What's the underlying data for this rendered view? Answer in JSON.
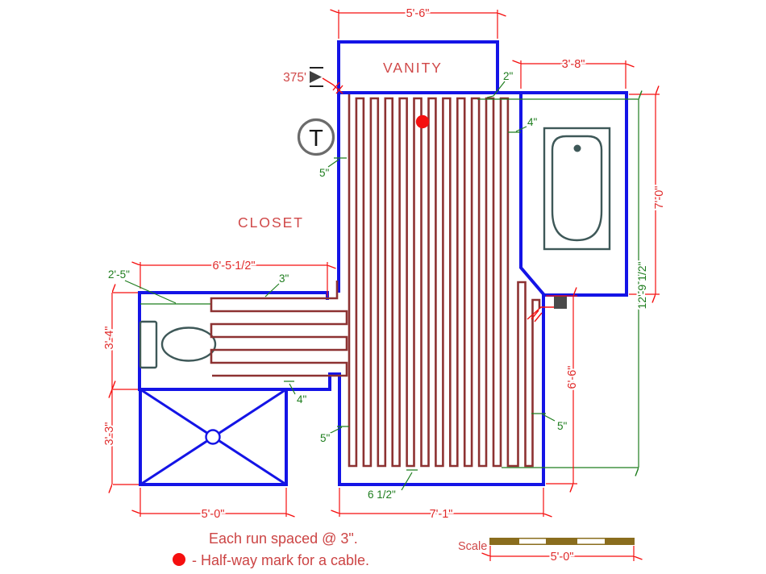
{
  "labels": {
    "vanity": "VANITY",
    "closet": "CLOSET",
    "thermostat": "T",
    "cable_length": "375'",
    "scale_title": "Scale"
  },
  "dimensions": {
    "vanity_width": "5'-6\"",
    "tub_room_width": "3'-8\"",
    "tub_room_height": "7'-0\"",
    "overall_height": "12'-9 1/2\"",
    "lower_right_height": "6'-6\"",
    "closet_width": "6'-5 1/2\"",
    "closet_height": "3'-4\"",
    "shower_height": "3'-3\"",
    "shower_width": "5'-0\"",
    "main_width": "7'-1\"",
    "scale_length": "5'-0\""
  },
  "annotations": {
    "vanity_gap": "2\"",
    "tub_gap": "4\"",
    "top_left_gap": "5\"",
    "closet_top_gap": "3\"",
    "closet_left_offset": "2'-5\"",
    "closet_bottom_gap": "4\"",
    "lower_left_gap": "5\"",
    "lower_right_gap": "5\"",
    "bottom_gap": "6 1/2\""
  },
  "notes": {
    "spacing_note": "Each run spaced @ 3\".",
    "halfway_note": "- Half-way mark for a cable."
  },
  "colors": {
    "wall": "#1414E6",
    "cable": "#8D3232",
    "dimension": "#F50F0F",
    "annotation": "#1E7D1E",
    "label_text": "#D04848",
    "fixture": "#3E5858",
    "scale_bar": "#8A6D1E",
    "halfway_dot": "#F50F0F"
  }
}
